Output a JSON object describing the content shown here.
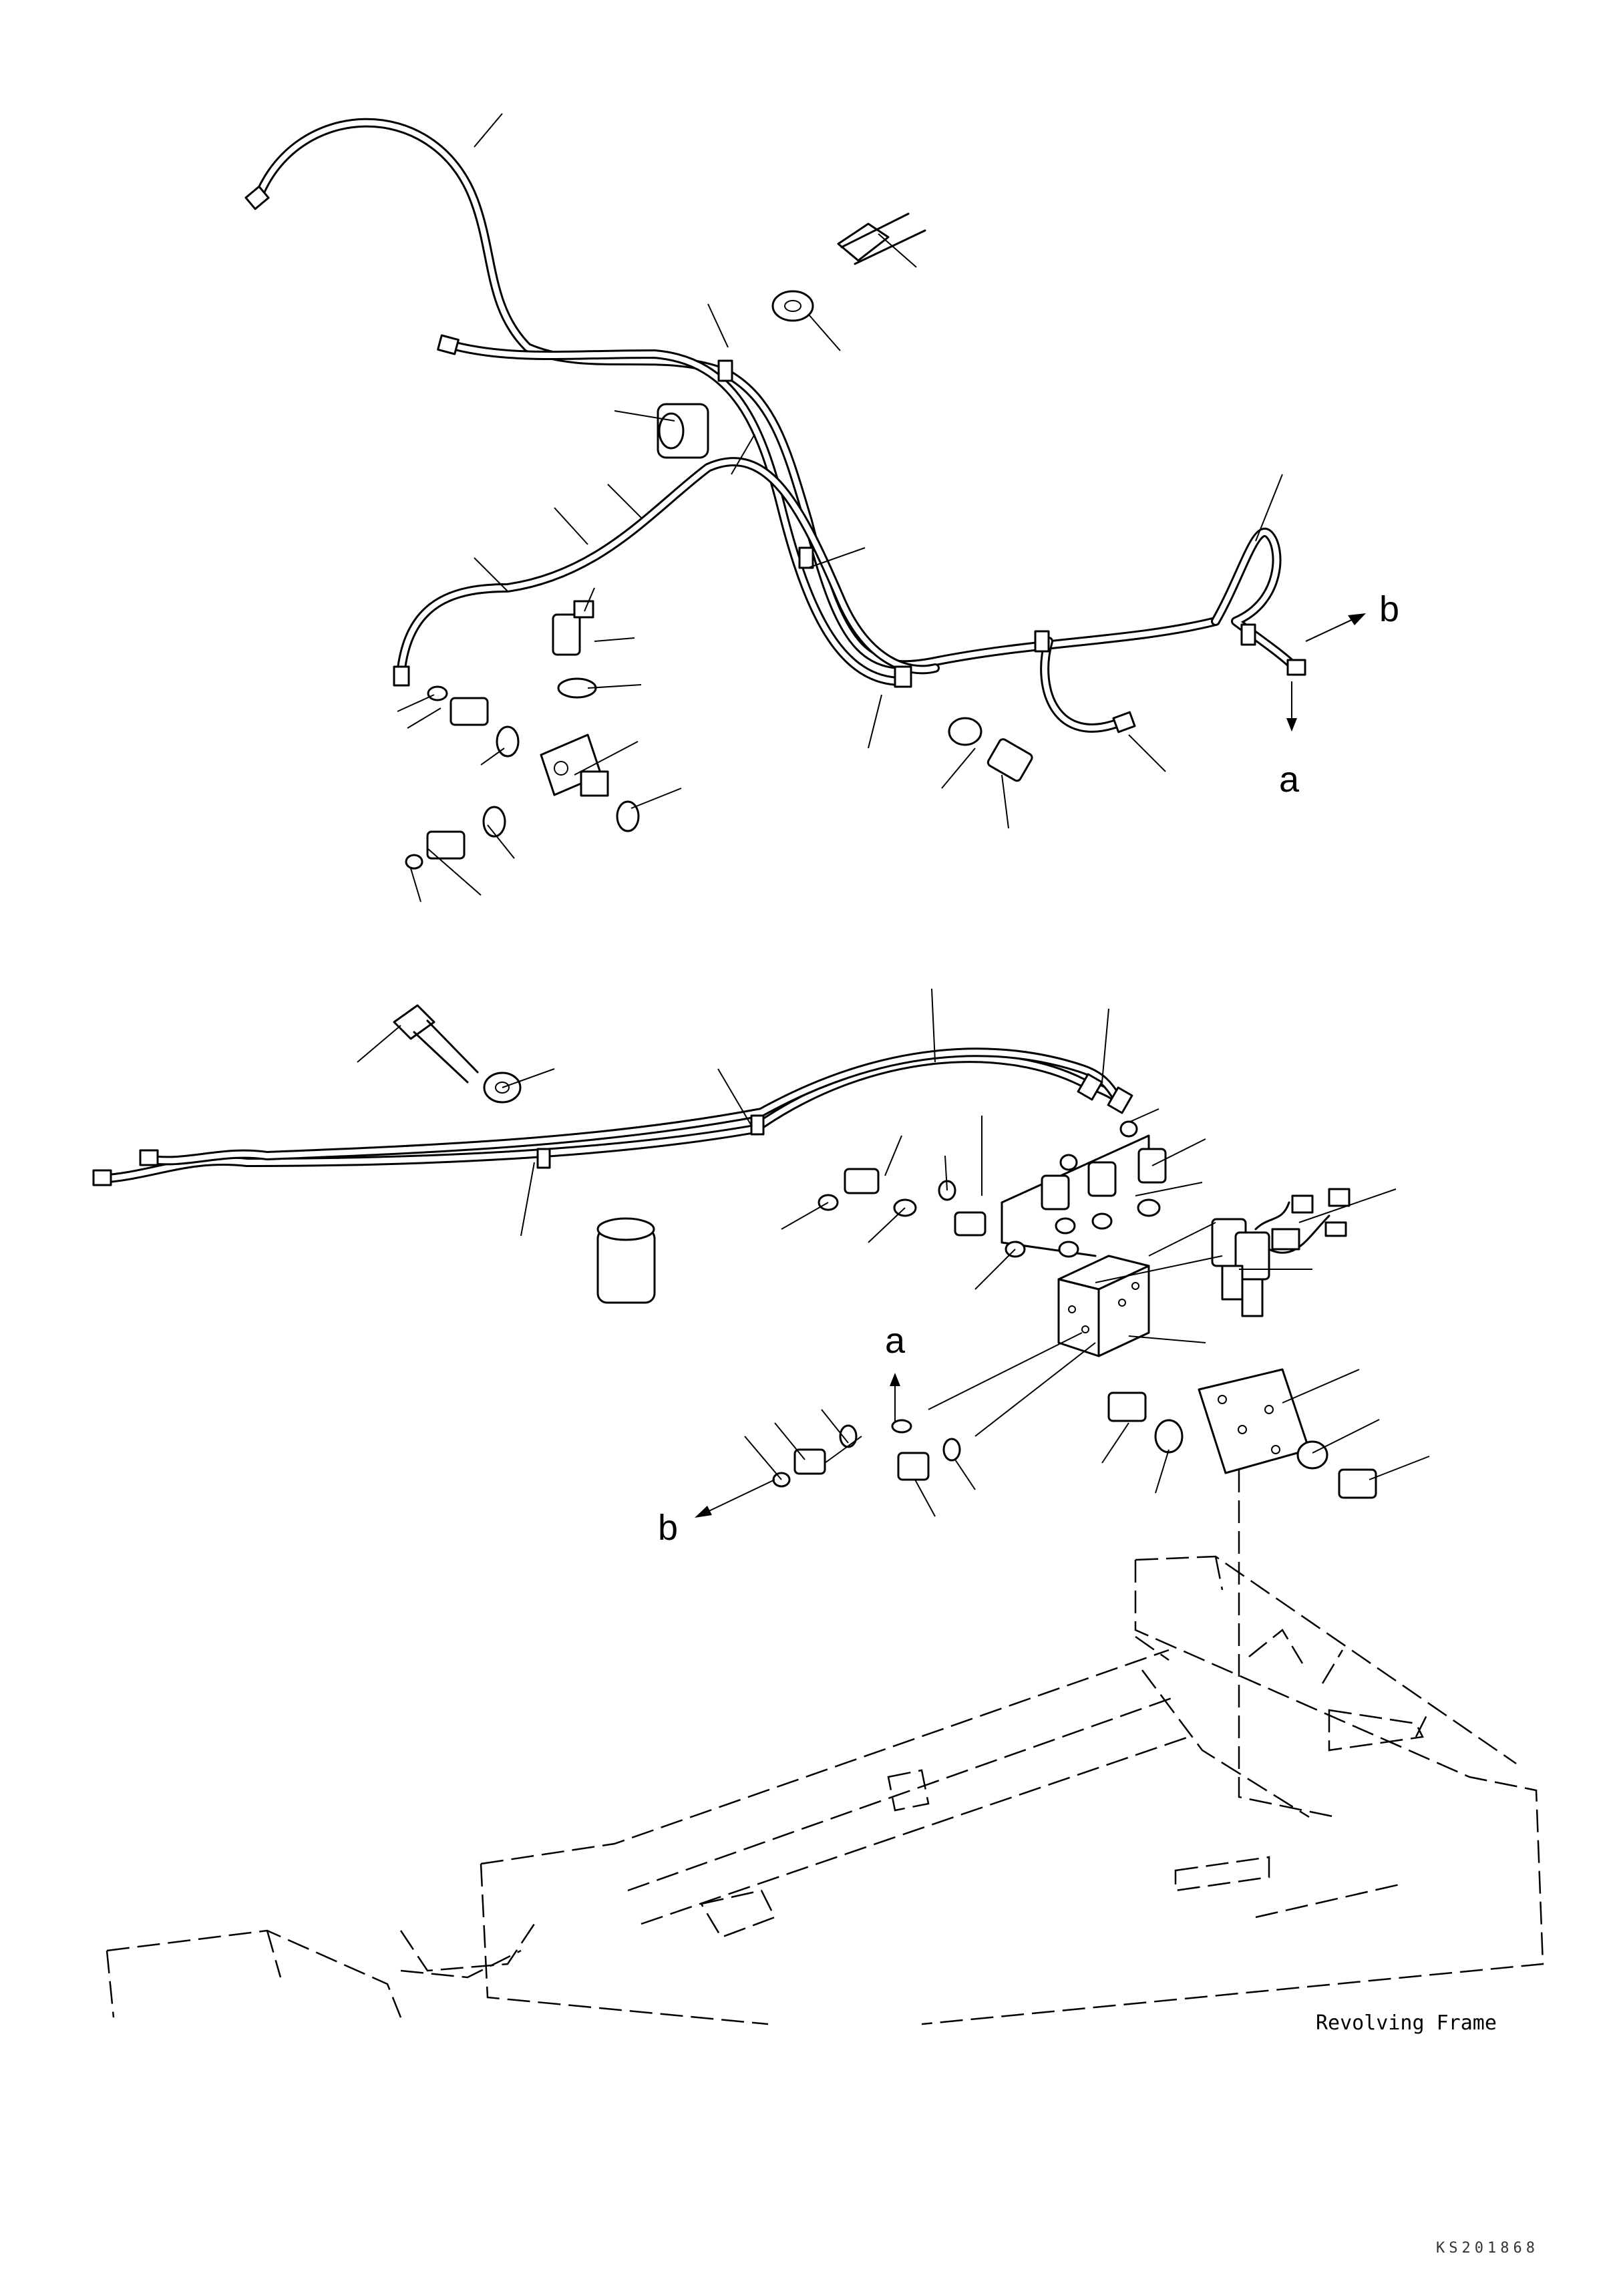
{
  "labels": {
    "ref_a_upper": "a",
    "ref_b_upper": "b",
    "ref_a_lower": "a",
    "ref_b_lower": "b"
  },
  "caption": "Revolving Frame",
  "drawing_code": "KS201868"
}
